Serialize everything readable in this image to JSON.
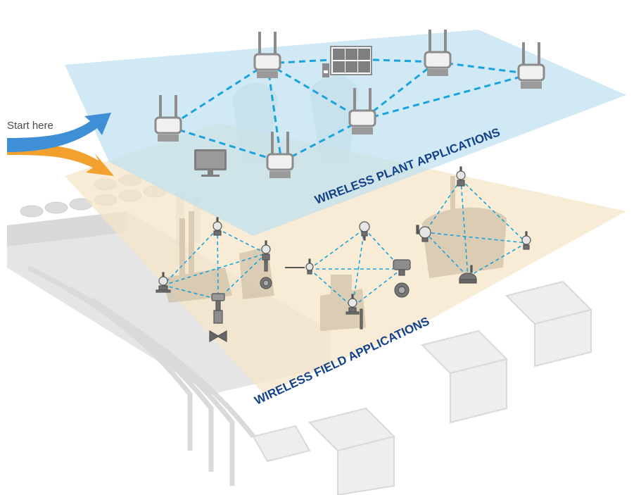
{
  "labels": {
    "start": "Start here",
    "plant_layer": "WIRELESS PLANT APPLICATIONS",
    "field_layer": "WIRELESS FIELD APPLICATIONS"
  },
  "colors": {
    "plant_plane": "#bfe0f0",
    "field_plane": "#f6e6c8",
    "link": "#1aa3dc",
    "label_text": "#12428a",
    "arrow_blue": "#3f8fd6",
    "arrow_orange": "#f3a12e",
    "device_gray": "#8c8c8c"
  },
  "icons": {
    "gateway": "wireless-gateway-icon",
    "monitor": "monitor-icon",
    "video_wall": "video-wall-icon",
    "transmitter": "field-transmitter-icon",
    "valve": "control-valve-icon",
    "flowmeter": "flowmeter-icon",
    "adapter": "wireless-adapter-icon"
  }
}
